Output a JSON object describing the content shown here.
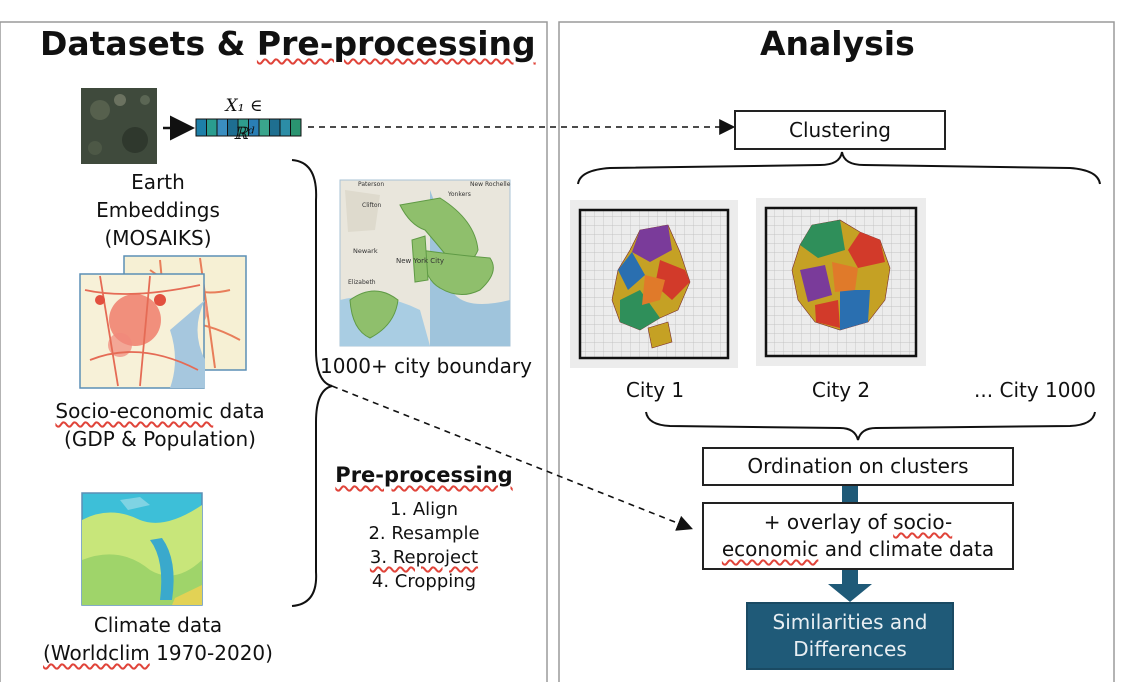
{
  "left_panel": {
    "title_part1": "Datasets & ",
    "title_part2": "Pre-processing",
    "embedding_formula": "X₁ ∈ ℝᵈ",
    "earth_label_line1": "Earth",
    "earth_label_line2": "Embeddings",
    "earth_label_line3": "(MOSAIKS)",
    "socio_label_word": "Socio-economic",
    "socio_label_rest": " data",
    "socio_label_line2": "(GDP & Population)",
    "climate_label_line1": "Climate data",
    "climate_label_word": "(Worldclim",
    "climate_label_rest": " 1970-2020)",
    "city_boundary_label": "1000+ city boundary",
    "map_place_1": "New York City",
    "map_place_2": "Newark",
    "map_place_3": "Paterson",
    "map_place_4": "Clifton",
    "map_place_5": "Elizabeth",
    "map_place_6": "New Rochelle",
    "map_place_7": "Yonkers",
    "preprocessing_title": "Pre-processing",
    "steps": [
      "1. Align",
      "2. Resample",
      "3. Reproject",
      "4. Cropping"
    ]
  },
  "right_panel": {
    "title": "Analysis",
    "clustering": "Clustering",
    "city1": "City 1",
    "city2": "City 2",
    "city_more": "... City 1000",
    "ordination": "Ordination on clusters",
    "overlay_prefix": "+ overlay of ",
    "overlay_word1": "socio-",
    "overlay_word2": "economic",
    "overlay_rest": " and climate data",
    "result_line1": "Similarities and",
    "result_line2": "Differences"
  },
  "colors": {
    "arrow_blue": "#1f5a78",
    "result_fill": "#1f5a78",
    "result_text": "#e8eef2",
    "embedding_cells": [
      "#1d7fa8",
      "#2a9d8f",
      "#3a8ec0",
      "#1e6e91",
      "#2f9e8e",
      "#2a7fb5",
      "#3aa58c",
      "#1f6f90",
      "#2c8da6",
      "#2a9470"
    ],
    "panel_border": "#9a9a9a"
  }
}
